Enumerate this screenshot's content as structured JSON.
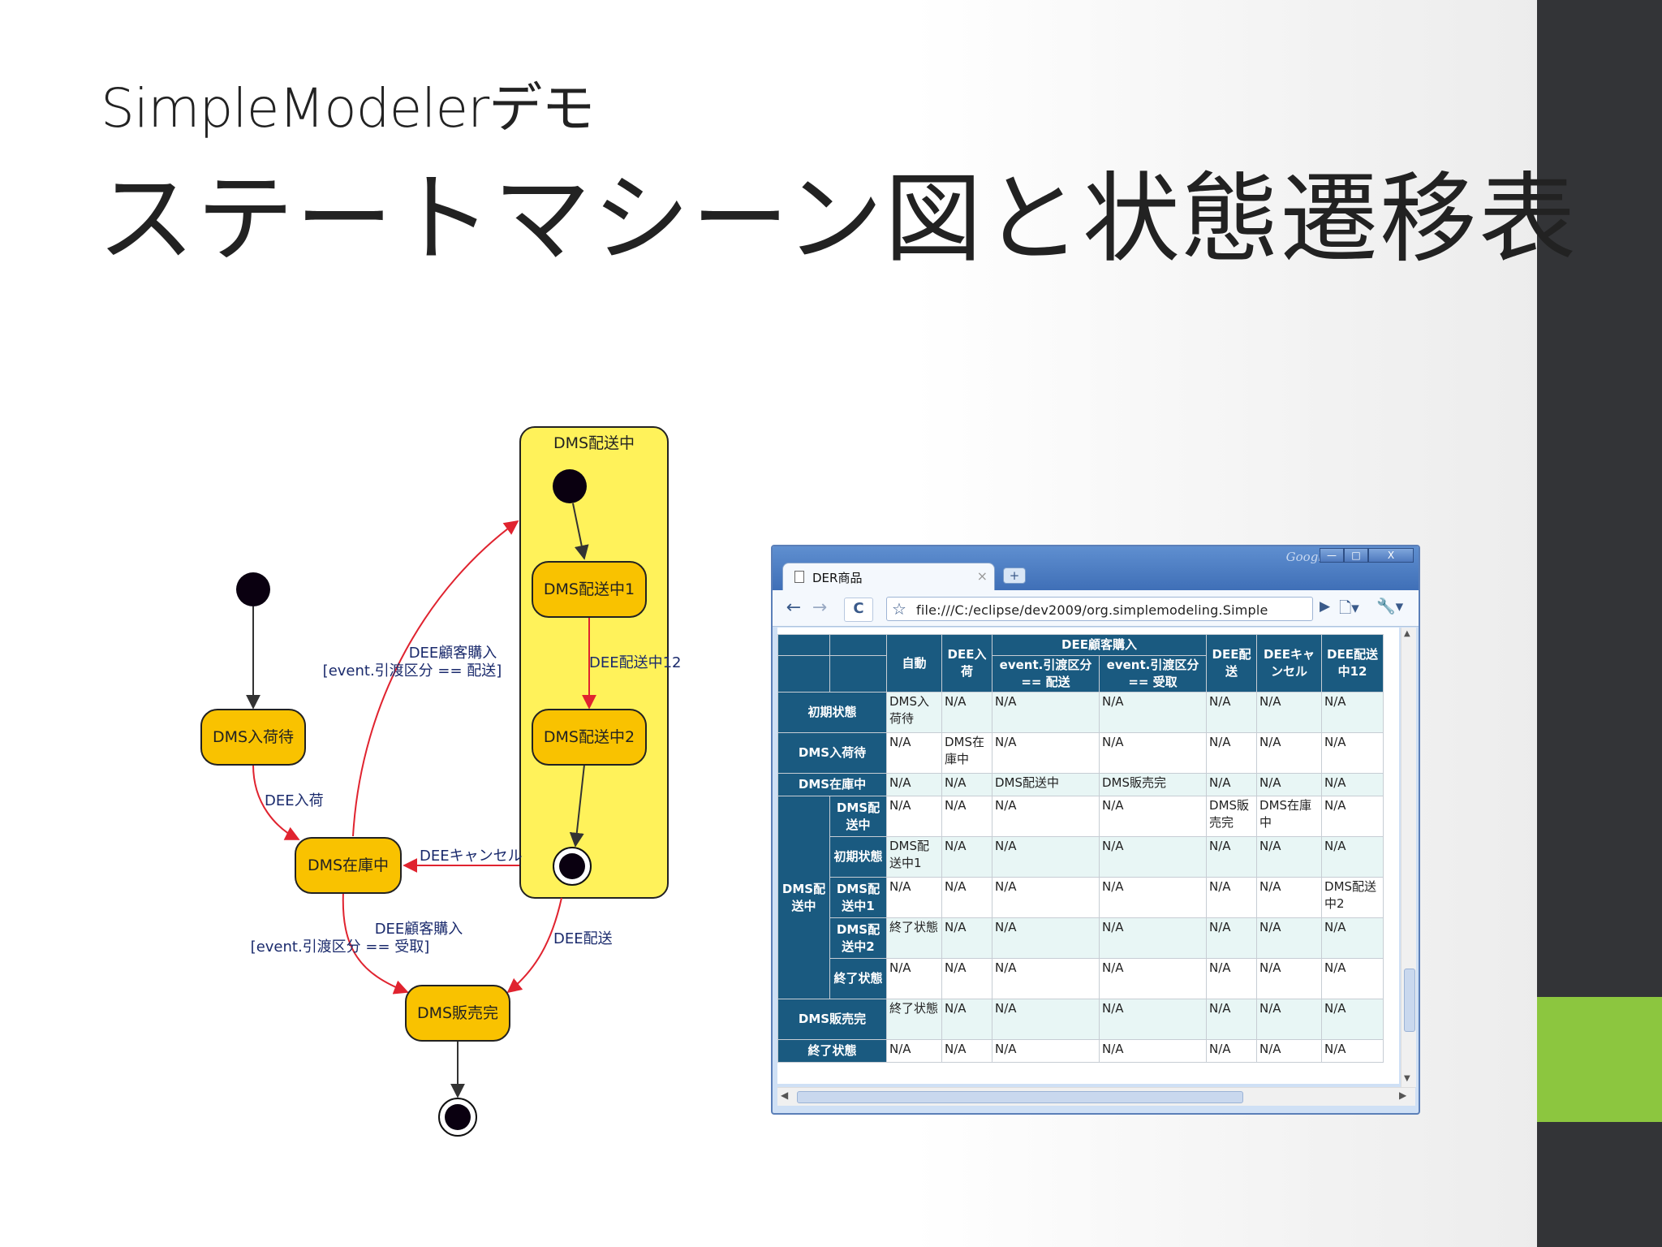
{
  "slide": {
    "subtitle": "SimpleModelerデモ",
    "title": "ステートマシーン図と状態遷移表"
  },
  "diagram": {
    "composite_label": "DMS配送中",
    "states": {
      "nyuka_machi": "DMS入荷待",
      "zaiko_chu": "DMS在庫中",
      "hanbai_kan": "DMS販売完",
      "haiso_chu1": "DMS配送中1",
      "haiso_chu2": "DMS配送中2"
    },
    "transitions": {
      "nyuka": "DEE入荷",
      "kokyaku_haiso_1": "DEE顧客購入",
      "kokyaku_haiso_2": "[event.引渡区分  == 配送]",
      "haiso12": "DEE配送中12",
      "cancel": "DEEキャンセル",
      "kokyaku_juryo_1": "DEE顧客購入",
      "kokyaku_juryo_2": "[event.引渡区分  == 受取]",
      "haiso": "DEE配送"
    },
    "colors": {
      "state_fill": "#f9c200",
      "composite_fill": "#fff25a",
      "arrow_red": "#e0232f",
      "arrow_dark": "#333333"
    }
  },
  "browser": {
    "google_label": "Google",
    "tab_title": "DER商品",
    "tab_close": "×",
    "new_tab": "+",
    "url": "file:///C:/eclipse/dev2009/org.simplemodeling.Simple",
    "buttons": {
      "minimize": "—",
      "maximize": "□",
      "close": "X",
      "back": "←",
      "forward": "→",
      "reload": "C",
      "star": "☆",
      "go": "▶",
      "page": "🗋▾",
      "tools": "🔧▾"
    },
    "table": {
      "headers": {
        "auto": "自動",
        "nyuka": "DEE入荷",
        "kokyaku": "DEE顧客購入",
        "haiso_sub": "event.引渡区分 == 配送",
        "juryo_sub": "event.引渡区分 == 受取",
        "haiso": "DEE配送",
        "cancel": "DEEキャンセル",
        "haiso12": "DEE配送中12"
      },
      "groups": {
        "haiso_chu": "DMS配送中"
      },
      "rows": [
        {
          "h1": "初期状態",
          "h2": "",
          "cells": [
            "DMS入荷待",
            "N/A",
            "N/A",
            "N/A",
            "N/A",
            "N/A",
            "N/A"
          ]
        },
        {
          "h1": "DMS入荷待",
          "h2": "",
          "cells": [
            "N/A",
            "DMS在庫中",
            "N/A",
            "N/A",
            "N/A",
            "N/A",
            "N/A"
          ]
        },
        {
          "h1": "DMS在庫中",
          "h2": "",
          "cells": [
            "N/A",
            "N/A",
            "DMS配送中",
            "DMS販売完",
            "N/A",
            "N/A",
            "N/A"
          ]
        },
        {
          "h1": "",
          "h2": "DMS配送中",
          "cells": [
            "N/A",
            "N/A",
            "N/A",
            "N/A",
            "DMS販売完",
            "DMS在庫中",
            "N/A"
          ]
        },
        {
          "h1": "",
          "h2": "初期状態",
          "cells": [
            "DMS配送中1",
            "N/A",
            "N/A",
            "N/A",
            "N/A",
            "N/A",
            "N/A"
          ]
        },
        {
          "h1": "",
          "h2": "DMS配送中1",
          "cells": [
            "N/A",
            "N/A",
            "N/A",
            "N/A",
            "N/A",
            "N/A",
            "DMS配送中2"
          ]
        },
        {
          "h1": "",
          "h2": "DMS配送中2",
          "cells": [
            "終了状態",
            "N/A",
            "N/A",
            "N/A",
            "N/A",
            "N/A",
            "N/A"
          ]
        },
        {
          "h1": "",
          "h2": "終了状態",
          "cells": [
            "N/A",
            "N/A",
            "N/A",
            "N/A",
            "N/A",
            "N/A",
            "N/A"
          ]
        },
        {
          "h1": "DMS販売完",
          "h2": "",
          "cells": [
            "終了状態",
            "N/A",
            "N/A",
            "N/A",
            "N/A",
            "N/A",
            "N/A"
          ]
        },
        {
          "h1": "終了状態",
          "h2": "",
          "cells": [
            "N/A",
            "N/A",
            "N/A",
            "N/A",
            "N/A",
            "N/A",
            "N/A"
          ]
        }
      ]
    }
  }
}
